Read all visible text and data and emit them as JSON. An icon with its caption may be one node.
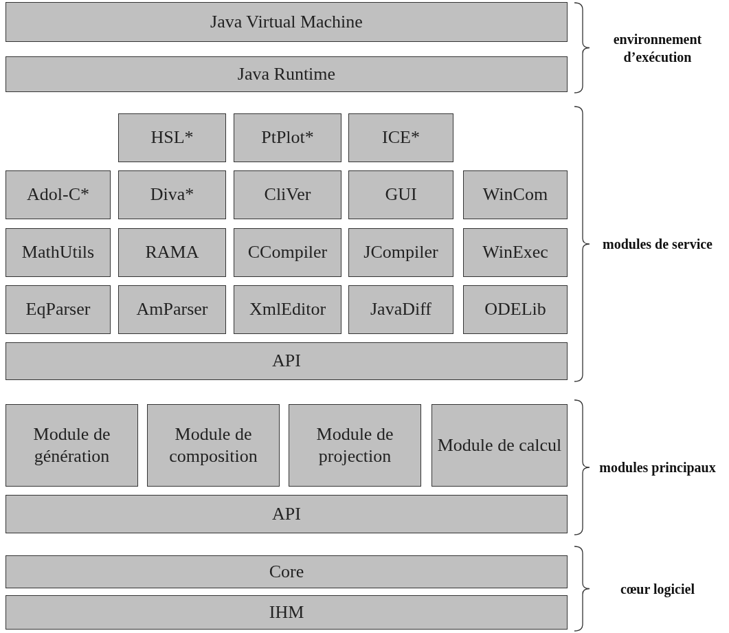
{
  "diagram": {
    "nodes": [
      {
        "text": [
          "Java Virtual Machine"
        ]
      },
      {
        "text": [
          "Java Runtime"
        ]
      },
      {
        "text": [
          "HSL*"
        ]
      },
      {
        "text": [
          "PtPlot*"
        ]
      },
      {
        "text": [
          "ICE*"
        ]
      },
      {
        "text": [
          "Adol-C*"
        ]
      },
      {
        "text": [
          "Diva*"
        ]
      },
      {
        "text": [
          "CliVer"
        ]
      },
      {
        "text": [
          "GUI"
        ]
      },
      {
        "text": [
          "WinCom"
        ]
      },
      {
        "text": [
          "MathUtils"
        ]
      },
      {
        "text": [
          "RAMA"
        ]
      },
      {
        "text": [
          "CCompiler"
        ]
      },
      {
        "text": [
          "JCompiler"
        ]
      },
      {
        "text": [
          "WinExec"
        ]
      },
      {
        "text": [
          "EqParser"
        ]
      },
      {
        "text": [
          "AmParser"
        ]
      },
      {
        "text": [
          "XmlEditor"
        ]
      },
      {
        "text": [
          "JavaDiff"
        ]
      },
      {
        "text": [
          "ODELib"
        ]
      },
      {
        "text": [
          "API"
        ]
      },
      {
        "text": [
          "Module de génération"
        ]
      },
      {
        "text": [
          "Module de composition"
        ]
      },
      {
        "text": [
          "Module de projection"
        ]
      },
      {
        "text": [
          "Module de calcul"
        ]
      },
      {
        "text": [
          "API"
        ]
      },
      {
        "text": [
          "Core"
        ]
      },
      {
        "text": [
          "IHM"
        ]
      }
    ],
    "edges": [],
    "labels": [
      "environnement d’exécution",
      "modules de service",
      "modules principaux",
      "cœur logiciel"
    ]
  }
}
